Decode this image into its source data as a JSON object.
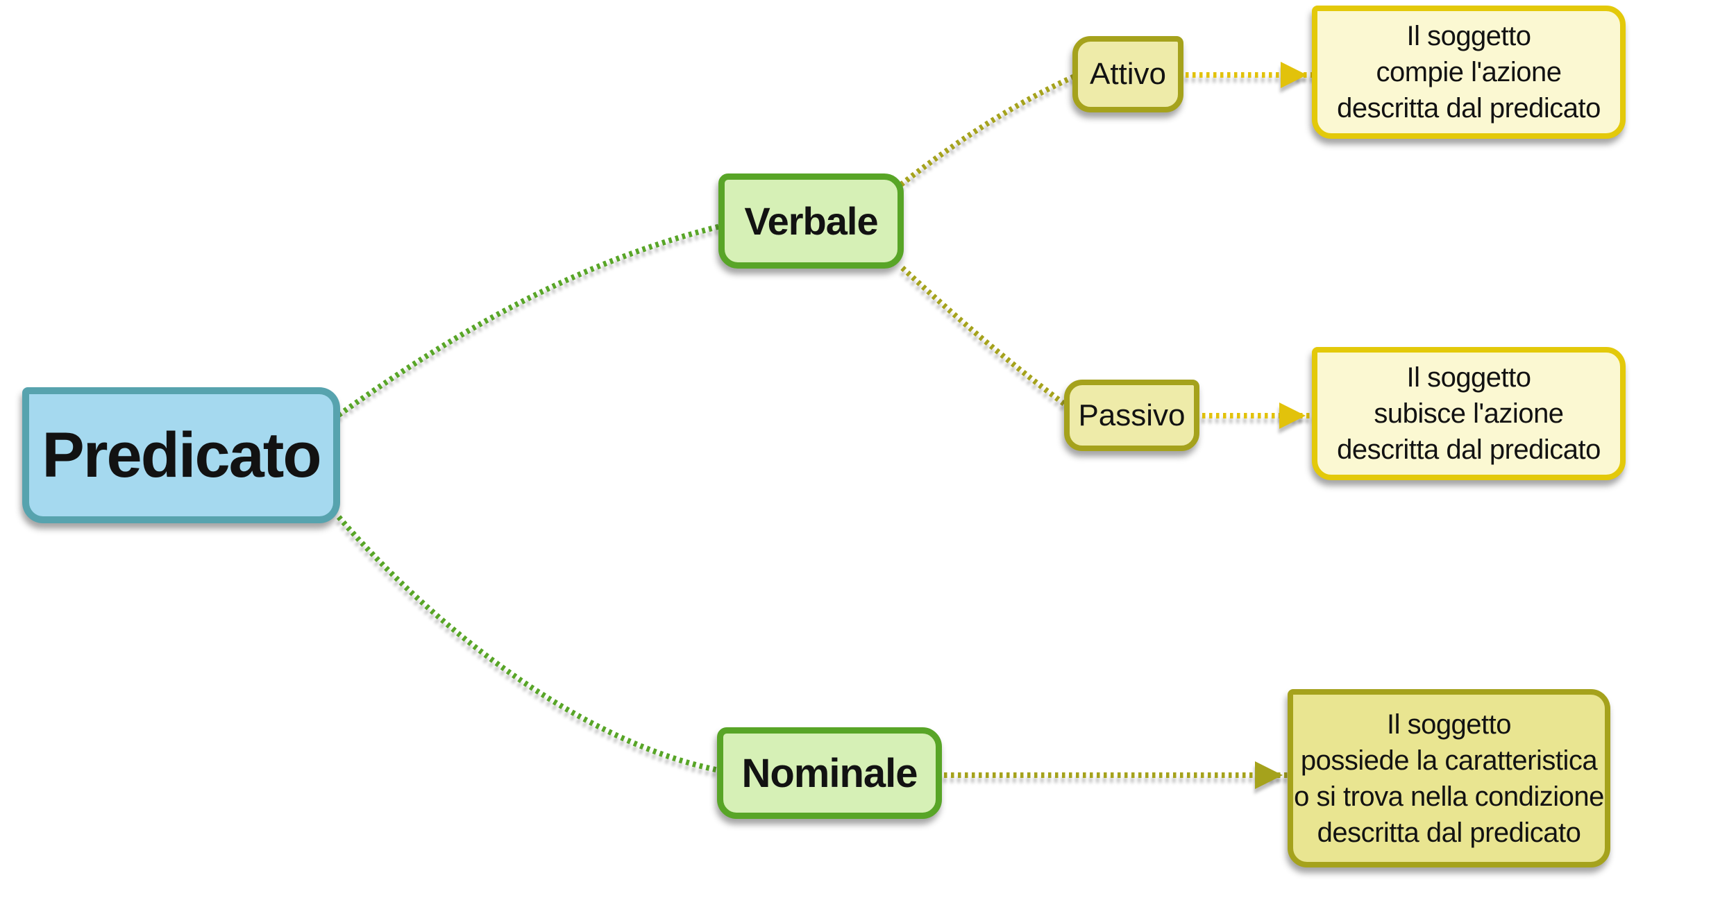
{
  "diagram": {
    "root": {
      "label": "Predicato"
    },
    "branches": [
      {
        "label": "Verbale",
        "children": [
          {
            "label": "Attivo",
            "note": "Il soggetto\ncompie l'azione\ndescritta dal predicato"
          },
          {
            "label": "Passivo",
            "note": "Il soggetto\nsubisce l'azione\ndescritta dal predicato"
          }
        ]
      },
      {
        "label": "Nominale",
        "note": "Il soggetto\npossiede la caratteristica\no si trova nella condizione\ndescritta dal predicato"
      }
    ]
  },
  "colors": {
    "blue-fill": "#a5d9ef",
    "blue-border": "#57a3ae",
    "green-fill": "#d6f0b6",
    "green-border": "#58a527",
    "olive-fill": "#eeeba9",
    "olive-border": "#a5a21c",
    "note-yellow-fill": "#fbf8d2",
    "note-yellow-border": "#e3c90a",
    "note-olive-fill": "#e9e591",
    "note-olive-border": "#a5a21c",
    "line-green": "#58a527",
    "line-olive": "#a5a21c",
    "line-gold": "#e2c20b",
    "text": "#121212"
  }
}
